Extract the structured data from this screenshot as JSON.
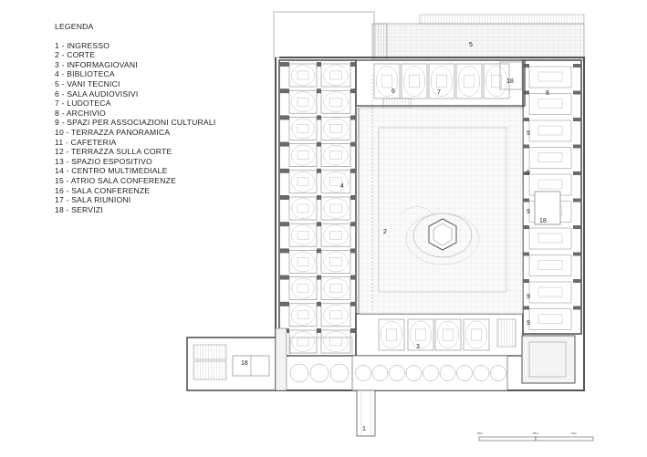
{
  "legend": {
    "title": "LEGENDA",
    "items": [
      "1   - INGRESSO",
      "2   - CORTE",
      "3   - INFORMAGIOVANI",
      "4   - BIBLIOTECA",
      "5   - VANI TECNICI",
      "6   - SALA AUDIOVISIVI",
      "7   - LUDOTECA",
      "8   - ARCHIVIO",
      "9   - SPAZI PER ASSOCIAZIONI CULTURALI",
      "10 - TERRAZZA PANORAMICA",
      "11 - CAFETERIA",
      "12 - TERRAZZA SULLA CORTE",
      "13 - SPAZIO ESPOSITIVO",
      "14 - CENTRO MULTIMEDIALE",
      "15 - ATRIO SALA CONFERENZE",
      "16 - SALA CONFERENZE",
      "17 - SALA RIUNIONI",
      "18 - SERVIZI"
    ]
  },
  "plan": {
    "labels": {
      "r1": "1",
      "r2": "2",
      "r3": "3",
      "r4": "4",
      "r5": "5",
      "r6": "6",
      "r7": "7",
      "r8": "8",
      "r9a": "9",
      "r9b": "9",
      "r9c": "9",
      "r9d": "9",
      "r9e": "9",
      "r18a": "18",
      "r18b": "18",
      "r18c": "18"
    }
  },
  "scale": {
    "labels": [
      "00m",
      "05m",
      "10m"
    ]
  },
  "colors": {
    "wall": "#555555",
    "pier": "#6a6a6a",
    "line": "#888888",
    "table": "#bbbbbb"
  }
}
